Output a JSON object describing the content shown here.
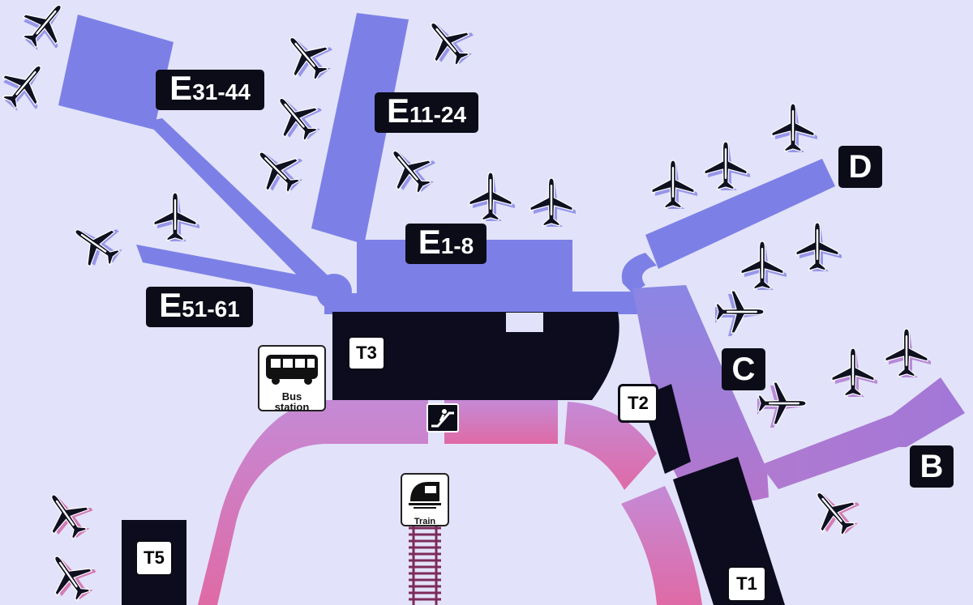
{
  "piers": [
    {
      "prefix": "E",
      "range": "31-44"
    },
    {
      "prefix": "E",
      "range": "11-24"
    },
    {
      "prefix": "E",
      "range": "1-8"
    },
    {
      "prefix": "E",
      "range": "51-61"
    },
    {
      "prefix": "D",
      "range": ""
    },
    {
      "prefix": "C",
      "range": ""
    },
    {
      "prefix": "B",
      "range": ""
    }
  ],
  "terminals": [
    "T1",
    "T2",
    "T3",
    "T5"
  ],
  "services": {
    "bus": {
      "line1": "Bus",
      "line2": "station",
      "icon": "bus-icon"
    },
    "train": {
      "label": "Train",
      "icon": "train-icon"
    },
    "escalator": {
      "icon": "escalator-icon"
    }
  },
  "colors": {
    "background": "#e2e3fa",
    "pier_blue": "#7c80e6",
    "pier_purple": "#a07ad8",
    "walkway_pink": "#cf7fc4",
    "terminal_dark": "#0c0c1e"
  }
}
